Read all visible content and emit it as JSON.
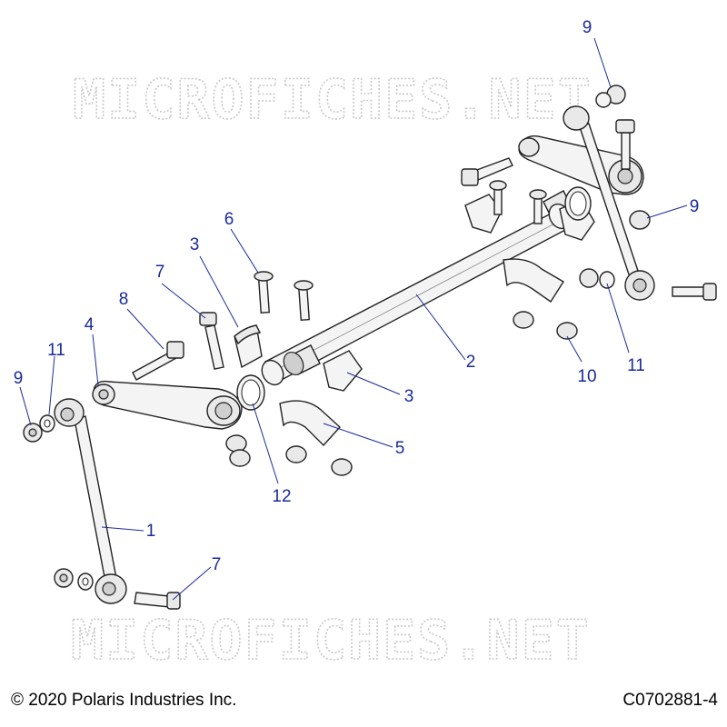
{
  "watermark": "MICROFICHES.NET",
  "callouts": {
    "c1": "1",
    "c2": "2",
    "c3a": "3",
    "c3b": "3",
    "c4": "4",
    "c5": "5",
    "c6": "6",
    "c7a": "7",
    "c7b": "7",
    "c8": "8",
    "c9a": "9",
    "c9b": "9",
    "c9c": "9",
    "c10": "10",
    "c11a": "11",
    "c11b": "11",
    "c12": "12"
  },
  "footer": {
    "copyright": "© 2020 Polaris Industries Inc.",
    "reference": "C0702881-4"
  },
  "colors": {
    "callout": "#1a2a9a",
    "watermark": "#c8c8c8"
  }
}
